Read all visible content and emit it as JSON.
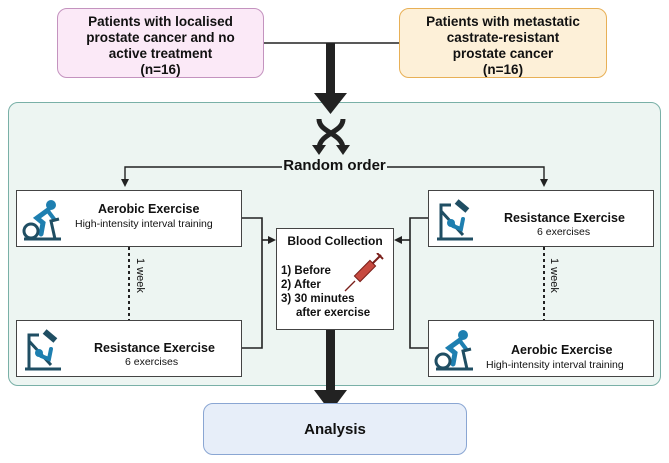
{
  "top": {
    "localised": {
      "line1": "Patients with localised",
      "line2": "prostate cancer and no",
      "line3": "active treatment",
      "n": "(n=16)"
    },
    "metastatic": {
      "line1": "Patients with metastatic",
      "line2": "castrate-resistant",
      "line3": "prostate cancer",
      "n": "(n=16)"
    }
  },
  "random_order": "Random order",
  "left": {
    "first": {
      "title": "Aerobic Exercise",
      "subtitle": "High-intensity interval training"
    },
    "week": "1 week",
    "second": {
      "title": "Resistance Exercise",
      "subtitle": "6 exercises"
    }
  },
  "right": {
    "first": {
      "title": "Resistance Exercise",
      "subtitle": "6 exercises"
    },
    "week": "1 week",
    "second": {
      "title": "Aerobic Exercise",
      "subtitle": "High-intensity interval training"
    }
  },
  "blood": {
    "title": "Blood Collection",
    "items": [
      "1) Before",
      "2) After",
      "3) 30 minutes",
      "after exercise"
    ]
  },
  "analysis": "Analysis",
  "colors": {
    "localised_fill": "#fbe9f7",
    "localised_border": "#c493bf",
    "metastatic_fill": "#fdf0d8",
    "metastatic_border": "#e8b056",
    "container_fill": "#edf5f2",
    "container_border": "#79b0a7",
    "analysis_fill": "#e7eef9",
    "analysis_border": "#8aa6d3",
    "icon_blue": "#1e7fb0",
    "icon_dark": "#1f4e63",
    "syringe": "#b3342e"
  }
}
